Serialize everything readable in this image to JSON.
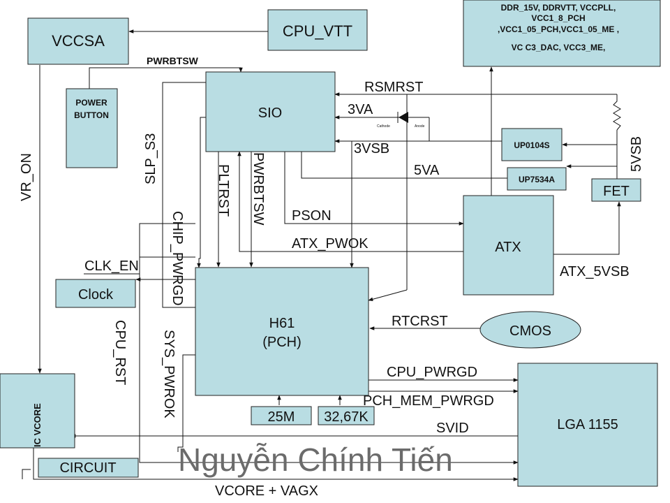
{
  "blocks": {
    "vccsa": "VCCSA",
    "cpu_vtt": "CPU_VTT",
    "rails": [
      "DDR_15V, DDRVTT, VCCPLL,",
      "VCC1_8_PCH",
      ",VCC1_05_PCH,VCC1_05_ME ,",
      "VC  C3_DAC, VCC3_ME,"
    ],
    "power_button": [
      "POWER",
      "BUTTON"
    ],
    "sio": "SIO",
    "up0104s": "UP0104S",
    "up7534a": "UP7534A",
    "fet": "FET",
    "atx": "ATX",
    "clock": "Clock",
    "pch": [
      "H61",
      "(PCH)"
    ],
    "cmos": "CMOS",
    "lga": "LGA 1155",
    "ic_vcore": "IC VCORE",
    "circuit": "CIRCUIT",
    "xtal_25m": "25M",
    "xtal_32k": "32,67K"
  },
  "signals": {
    "pwrbtsw_top": "PWRBTSW",
    "rsmrst": "RSMRST",
    "v3va": "3VA",
    "v3vsb": "3VSB",
    "v5va": "5VA",
    "v5vsb": "5VSB",
    "vr_on": "VR_ON",
    "slp_s3": "SLP_S3",
    "chip_pwrgd": "CHIP_PWRGD",
    "pltrst": "PLTRST",
    "pwrbtsw_v": "PWRBTSW",
    "pson": "PSON",
    "atx_pwok": "ATX_PWOK",
    "atx_5vsb": "ATX_5VSB",
    "clk_en": "CLK_EN",
    "rtcrst": "RTCRST",
    "cpu_rst": "CPU_RST",
    "sys_pwrok": "SYS_PWROK",
    "cpu_pwrgd": "CPU_PWRGD",
    "pch_mem_pwrgd": "PCH_MEM_PWRGD",
    "svid": "SVID",
    "vcore_vagx": "VCORE + VAGX"
  },
  "diode": {
    "cathode": "Cathode",
    "anode": "Anode"
  },
  "watermark": "Nguyễn Chính Tiến"
}
